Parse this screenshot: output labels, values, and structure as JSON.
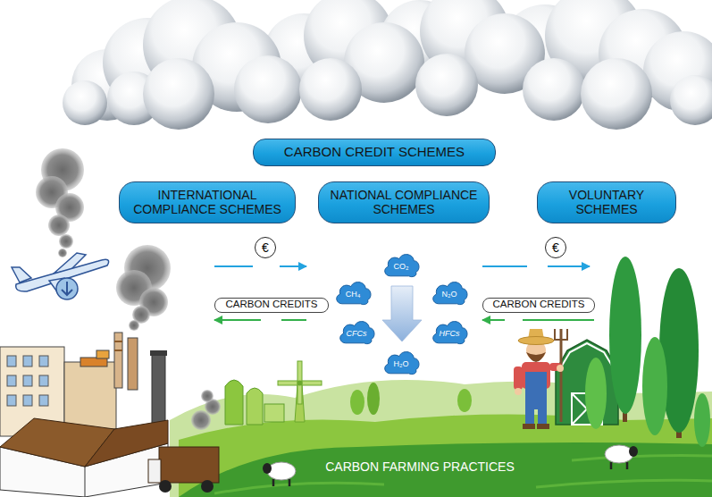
{
  "diagram": {
    "nodes": [
      {
        "text": [
          "CARBON CREDIT SCHEMES"
        ]
      },
      {
        "text": [
          "INTERNATIONAL COMPLIANCE SCHEMES"
        ]
      },
      {
        "text": [
          "NATIONAL COMPLIANCE SCHEMES"
        ]
      },
      {
        "text": [
          "VOLUNTARY SCHEMES"
        ]
      },
      {
        "text": [
          "€"
        ]
      },
      {
        "text": [
          "€"
        ]
      },
      {
        "text": [
          "CO₂"
        ]
      },
      {
        "text": [
          "CH₄"
        ]
      },
      {
        "text": [
          "N₂O"
        ]
      },
      {
        "text": [
          "CARBON CREDITS"
        ]
      },
      {
        "text": [
          "CARBON CREDITS"
        ]
      },
      {
        "text": [
          "CFCs"
        ]
      },
      {
        "text": [
          "HFCs"
        ]
      },
      {
        "text": [
          "H₂O"
        ]
      }
    ],
    "labels": [
      "CARBON FARMING PRACTICES"
    ]
  }
}
